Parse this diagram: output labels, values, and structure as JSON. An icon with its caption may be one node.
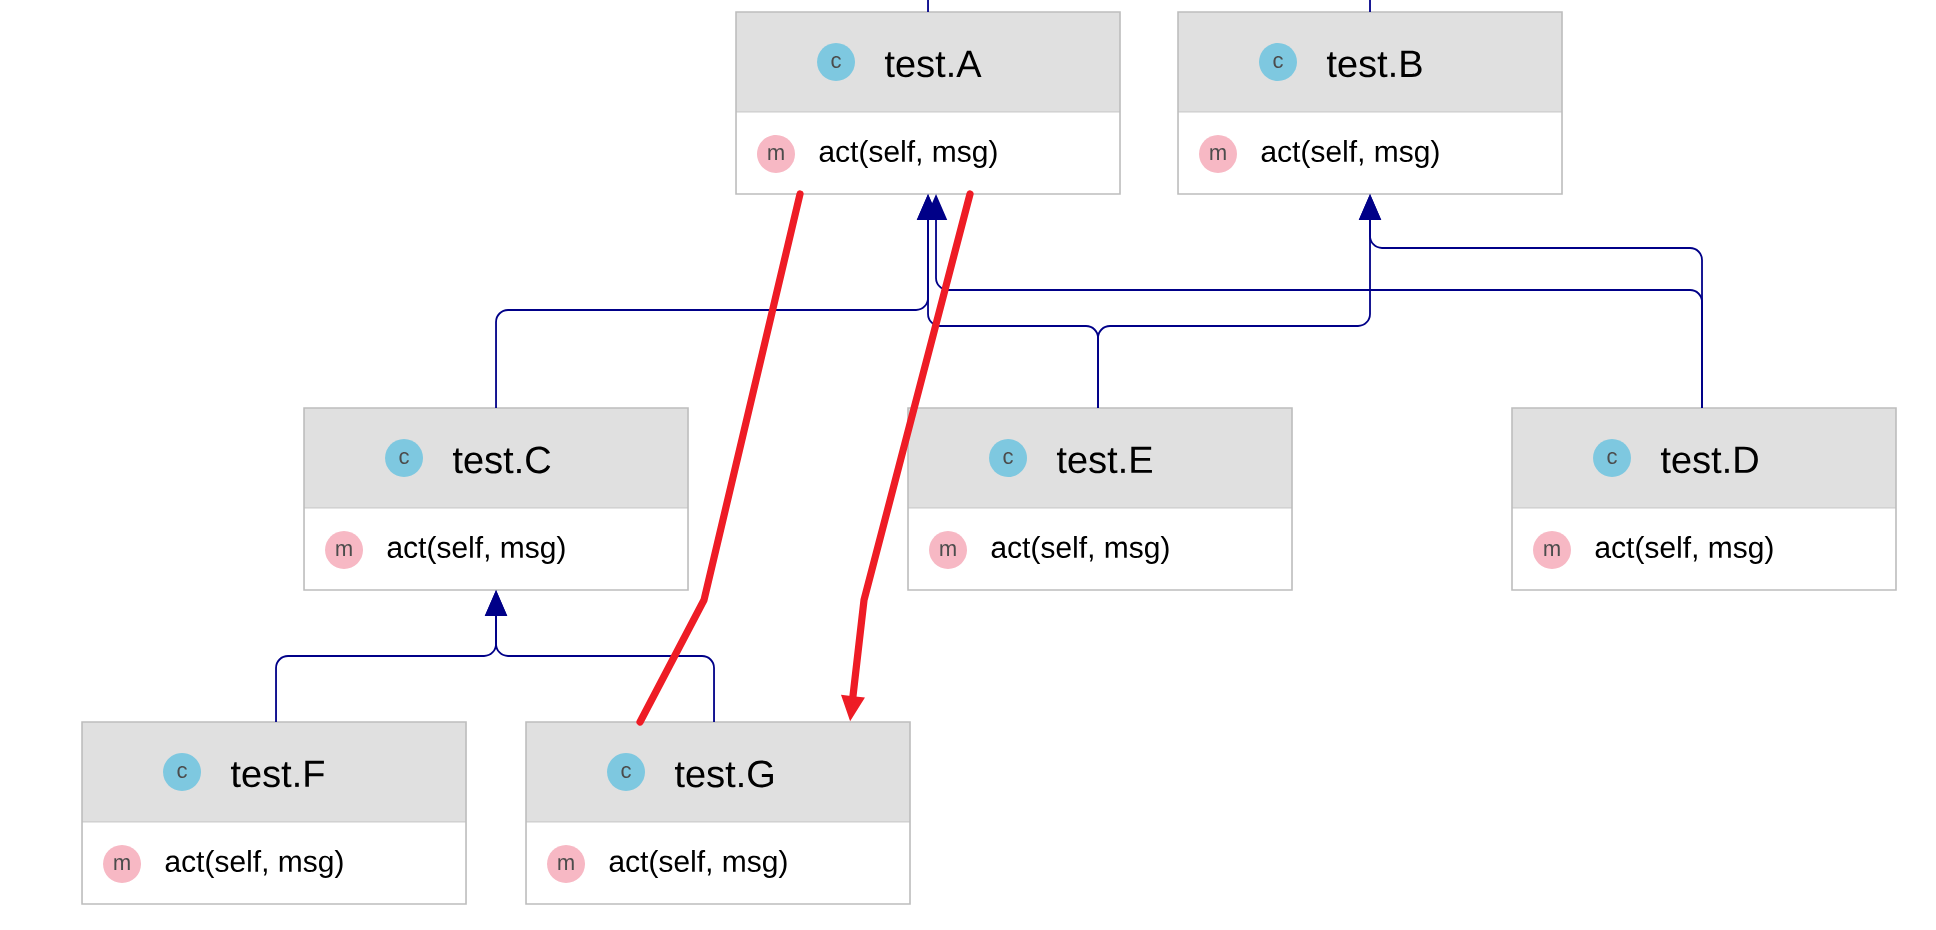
{
  "diagram": {
    "nodes": [
      {
        "text": [
          "c",
          "test.A",
          "m",
          "act(self, msg)"
        ]
      },
      {
        "text": [
          "c",
          "test.B",
          "m",
          "act(self, msg)"
        ]
      },
      {
        "text": [
          "c",
          "test.C",
          "m",
          "act(self, msg)"
        ]
      },
      {
        "text": [
          "c",
          "test.E",
          "m",
          "act(self, msg)"
        ]
      },
      {
        "text": [
          "c",
          "test.D",
          "m",
          "act(self, msg)"
        ]
      },
      {
        "text": [
          "c",
          "test.F",
          "m",
          "act(self, msg)"
        ]
      },
      {
        "text": [
          "c",
          "test.G",
          "m",
          "act(self, msg)"
        ]
      }
    ],
    "edges": [
      {
        "from": 2,
        "to": 0,
        "arrow": "to"
      },
      {
        "from": 3,
        "to": 0,
        "arrow": "to"
      },
      {
        "from": 3,
        "to": 1,
        "arrow": "to"
      },
      {
        "from": 4,
        "to": 0,
        "arrow": "to"
      },
      {
        "from": 4,
        "to": 1,
        "arrow": "to"
      },
      {
        "from": 5,
        "to": 2,
        "arrow": "to"
      },
      {
        "from": 6,
        "to": 2,
        "arrow": "to"
      },
      {
        "from": 0,
        "to": null,
        "arrow": "none"
      },
      {
        "from": 1,
        "to": null,
        "arrow": "none"
      },
      {
        "from": 6,
        "to": 0,
        "arrow": "none",
        "style": "thick",
        "color": "#ee1c25"
      },
      {
        "from": 0,
        "to": 6,
        "arrow": "to",
        "style": "thick",
        "color": "#ee1c25"
      }
    ]
  }
}
